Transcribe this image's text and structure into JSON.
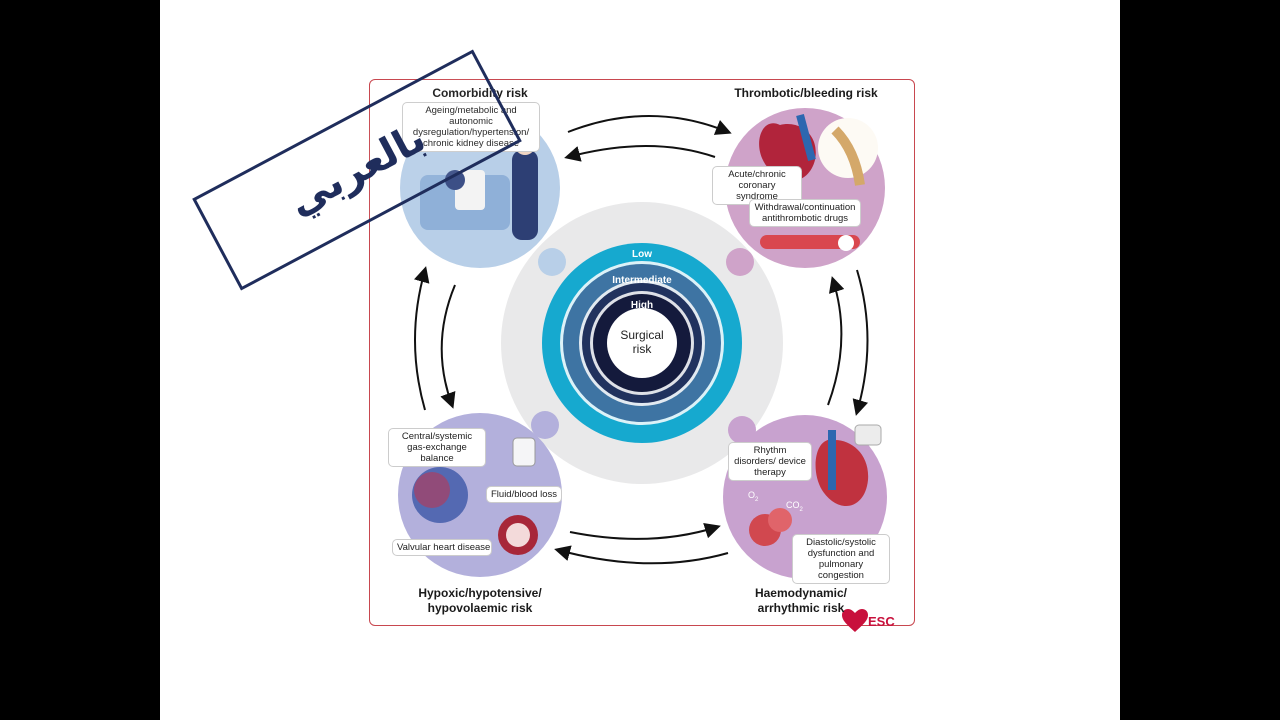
{
  "quadrants": {
    "comorbidity": {
      "title": "Comorbidity risk",
      "label": "Ageing/metabolic and autonomic dysregulation/hypertension/ chronic kidney disease"
    },
    "thrombotic": {
      "title": "Thrombotic/bleeding risk",
      "label1": "Acute/chronic coronary syndrome",
      "label2": "Withdrawal/continuation antithrombotic drugs"
    },
    "hypoxic": {
      "title_line1": "Hypoxic/hypotensive/",
      "title_line2": "hypovolaemic risk",
      "label1": "Central/systemic gas-exchange balance",
      "label2": "Fluid/blood loss",
      "label3": "Valvular heart disease"
    },
    "haemodynamic": {
      "title_line1": "Haemodynamic/",
      "title_line2": "arrhythmic risk",
      "label1": "Rhythm disorders/ device therapy",
      "label2": "Diastolic/systolic dysfunction and pulmonary congestion",
      "o2": "O",
      "co2": "CO"
    }
  },
  "center": {
    "ring_low": "Low",
    "ring_intermediate": "Intermediate",
    "ring_high": "High",
    "core_line1": "Surgical",
    "core_line2": "risk"
  },
  "stamp": {
    "text": "بالعربي"
  },
  "logo": {
    "text": "ESC"
  },
  "colors": {
    "frame": "#c8474f",
    "low": "#16a9cf",
    "intermediate": "#3e74a3",
    "high": "#21325e",
    "core": "#141a3c",
    "stamp": "#1f2d5c",
    "esc": "#c8103c"
  }
}
